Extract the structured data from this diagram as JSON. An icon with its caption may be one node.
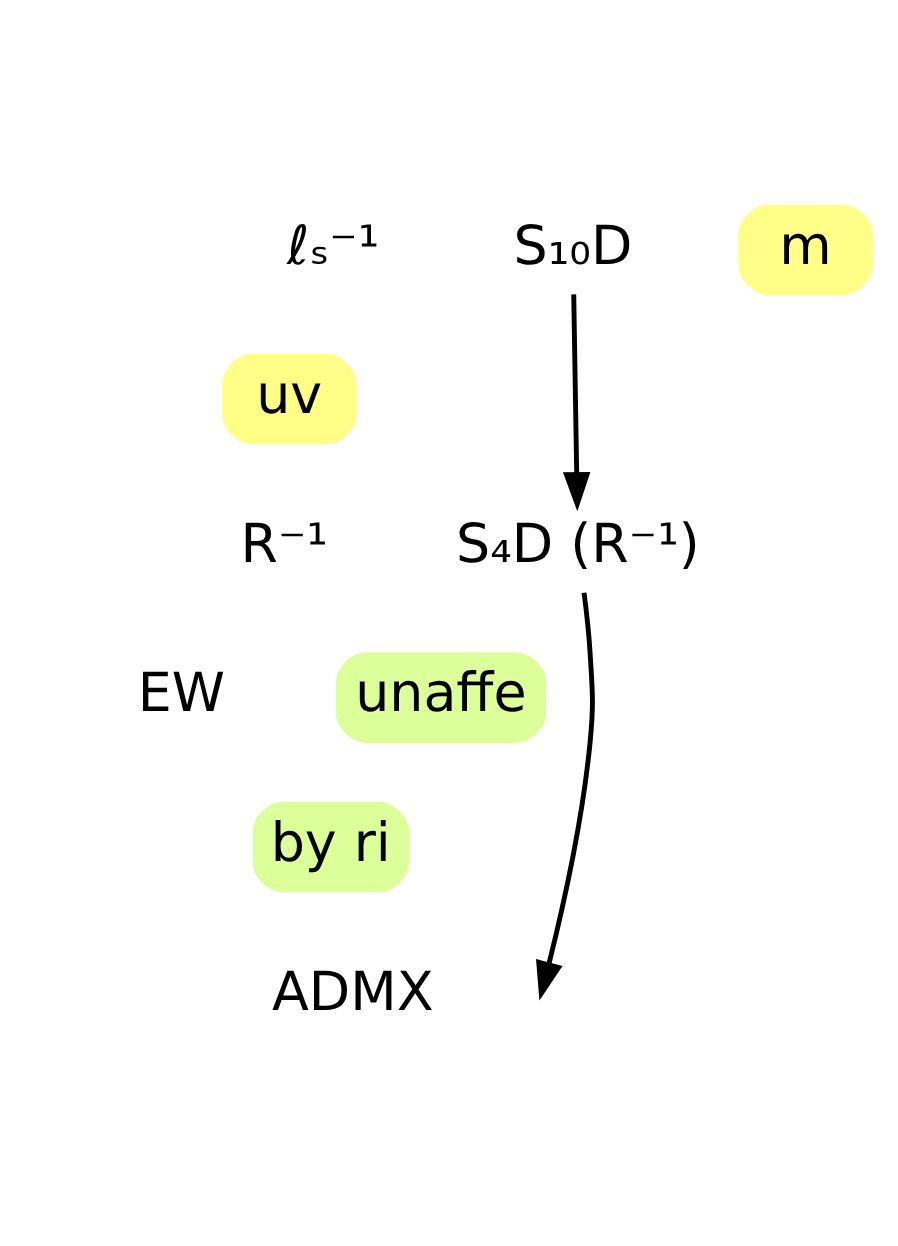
{
  "diagram": {
    "nodes": [
      {
        "text": [
          "S₁₀D"
        ]
      },
      {
        "text": [
          "S₄D (R⁻¹)"
        ]
      }
    ],
    "edges": [
      {
        "from": 0,
        "to": 1,
        "arrow": "to"
      },
      {
        "from": 1,
        "to": null,
        "arrow": "to"
      }
    ],
    "labels": [
      "ℓₛ⁻¹",
      "m",
      "uv",
      "R⁻¹",
      "EW",
      "unaffe",
      "by ri",
      "ADMX"
    ]
  }
}
